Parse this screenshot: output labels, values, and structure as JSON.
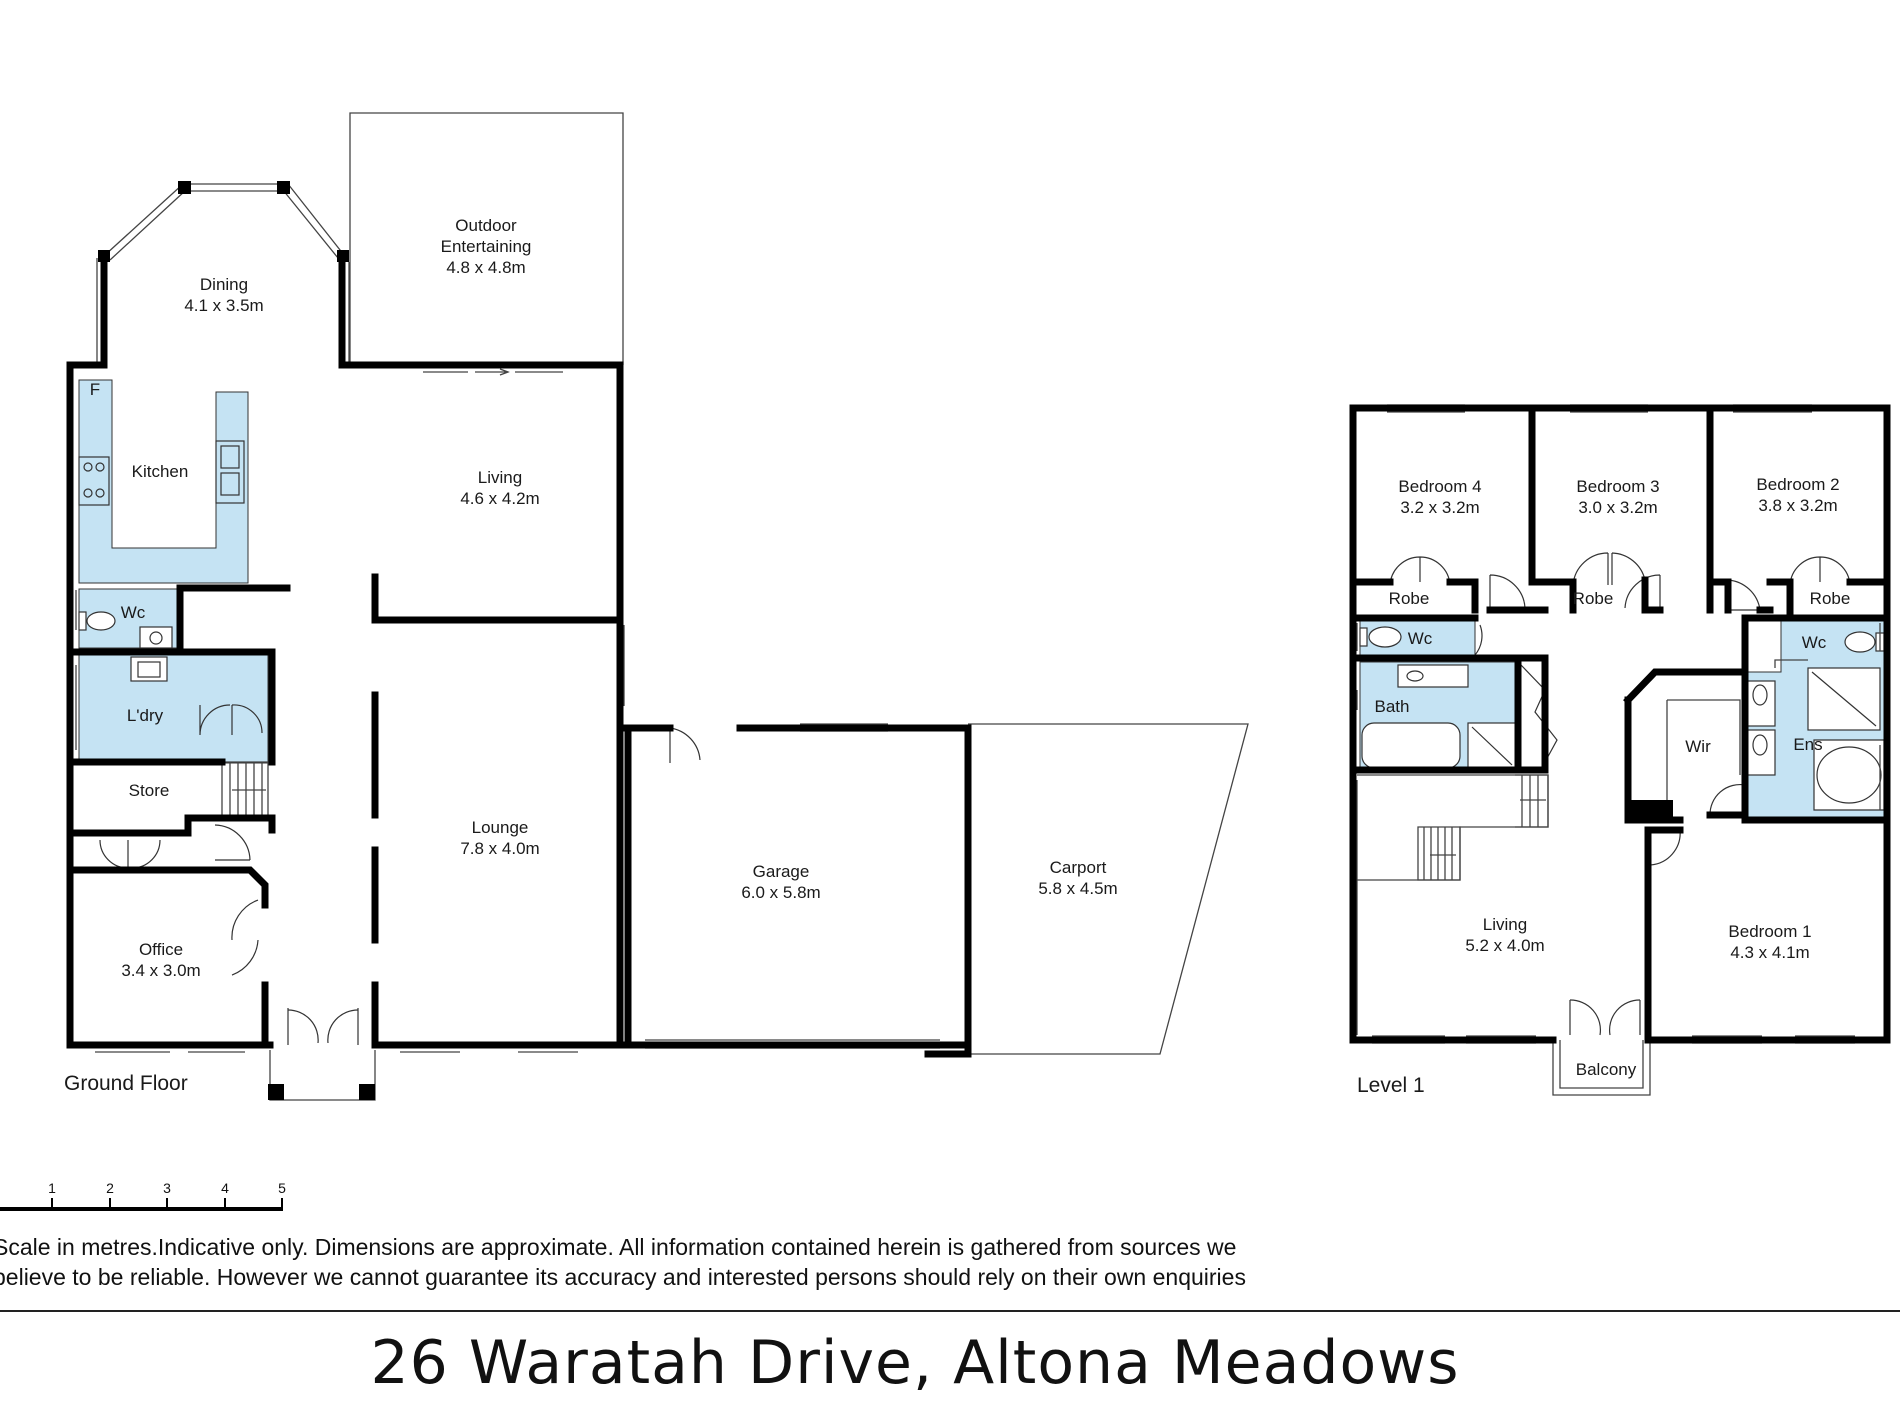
{
  "ground_floor": {
    "label": "Ground Floor",
    "rooms": [
      {
        "id": "dining",
        "name": "Dining",
        "size": "4.1 x 3.5m"
      },
      {
        "id": "outdoor",
        "name": "Outdoor",
        "name2": "Entertaining",
        "size": "4.8 x 4.8m"
      },
      {
        "id": "kitchen",
        "name": "Kitchen"
      },
      {
        "id": "fridge",
        "name": "F"
      },
      {
        "id": "living-g",
        "name": "Living",
        "size": "4.6 x 4.2m"
      },
      {
        "id": "wc-g",
        "name": "Wc"
      },
      {
        "id": "ldry",
        "name": "L'dry"
      },
      {
        "id": "store",
        "name": "Store"
      },
      {
        "id": "lounge",
        "name": "Lounge",
        "size": "7.8 x 4.0m"
      },
      {
        "id": "office",
        "name": "Office",
        "size": "3.4 x 3.0m"
      },
      {
        "id": "garage",
        "name": "Garage",
        "size": "6.0 x 5.8m"
      },
      {
        "id": "carport",
        "name": "Carport",
        "size": "5.8 x 4.5m"
      }
    ]
  },
  "level_1": {
    "label": "Level 1",
    "rooms": [
      {
        "id": "bed4",
        "name": "Bedroom 4",
        "size": "3.2 x 3.2m"
      },
      {
        "id": "bed3",
        "name": "Bedroom 3",
        "size": "3.0 x 3.2m"
      },
      {
        "id": "bed2",
        "name": "Bedroom 2",
        "size": "3.8 x 3.2m"
      },
      {
        "id": "robe4",
        "name": "Robe"
      },
      {
        "id": "robe3",
        "name": "Robe"
      },
      {
        "id": "robe2",
        "name": "Robe"
      },
      {
        "id": "wc-l1a",
        "name": "Wc"
      },
      {
        "id": "wc-l1b",
        "name": "Wc"
      },
      {
        "id": "bath",
        "name": "Bath"
      },
      {
        "id": "wir",
        "name": "Wir"
      },
      {
        "id": "ens",
        "name": "Ens"
      },
      {
        "id": "living-l1",
        "name": "Living",
        "size": "5.2 x 4.0m"
      },
      {
        "id": "bed1",
        "name": "Bedroom 1",
        "size": "4.3 x 4.1m"
      },
      {
        "id": "balcony",
        "name": "Balcony"
      }
    ]
  },
  "scale": {
    "ticks": [
      "1",
      "2",
      "3",
      "4",
      "5"
    ]
  },
  "disclaimer": {
    "line1": "Scale in metres.Indicative only. Dimensions are approximate. All information contained herein is gathered from sources we",
    "line2": "believe to be reliable. However we cannot guarantee its accuracy and interested persons should rely on their own enquiries"
  },
  "address": "26 Waratah Drive, Altona Meadows",
  "colors": {
    "wet_area": "#c5e3f3",
    "wall": "#000000"
  }
}
